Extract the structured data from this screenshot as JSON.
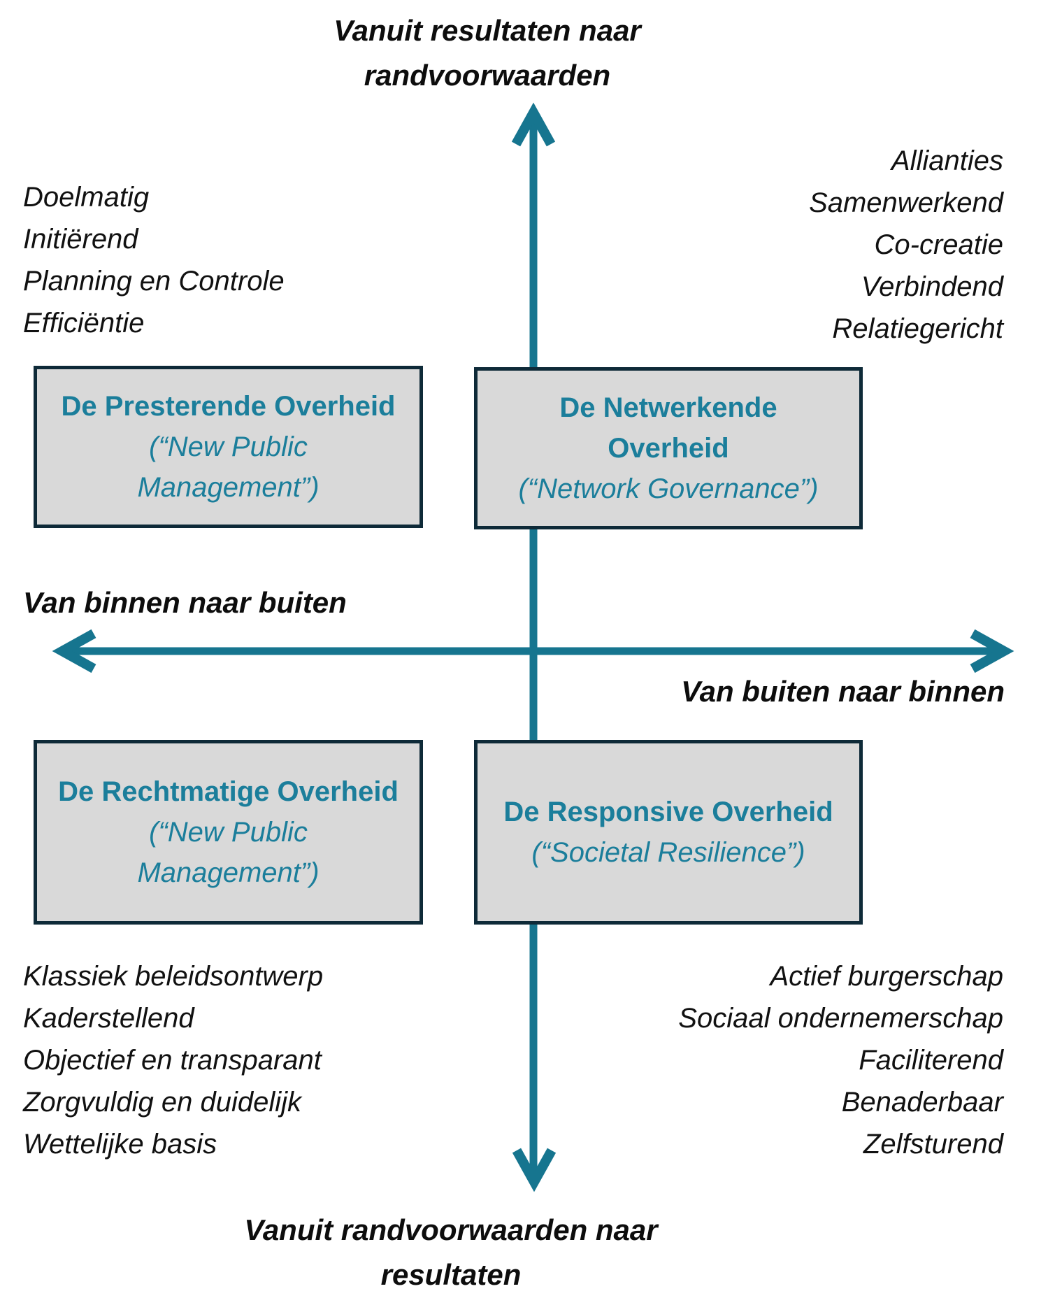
{
  "colors": {
    "axis_teal": "#16758f",
    "box_fill": "#d9d9d9",
    "box_border": "#0e2a38",
    "box_text_teal": "#1b7e9b",
    "text_black": "#111111",
    "background": "#ffffff"
  },
  "axes": {
    "vertical_top_label_lines": [
      "Vanuit resultaten naar",
      "randvoorwaarden"
    ],
    "vertical_bottom_label_lines": [
      "Vanuit randvoorwaarden naar",
      "resultaten"
    ],
    "horizontal_left_label": "Van binnen naar buiten",
    "horizontal_right_label": "Van buiten naar binnen"
  },
  "keyword_lists": {
    "top_left": {
      "items": [
        "Doelmatig",
        "Initiërend",
        "Planning en Controle",
        "Efficiëntie"
      ]
    },
    "top_right": {
      "items": [
        "Allianties",
        "Samenwerkend",
        "Co-creatie",
        "Verbindend",
        "Relatiegericht"
      ]
    },
    "bottom_left": {
      "items": [
        "Klassiek beleidsontwerp",
        "Kaderstellend",
        "Objectief en transparant",
        "Zorgvuldig en duidelijk",
        "Wettelijke basis"
      ]
    },
    "bottom_right": {
      "items": [
        "Actief burgerschap",
        "Sociaal ondernemerschap",
        "Faciliterend",
        "Benaderbaar",
        "Zelfsturend"
      ]
    }
  },
  "quadrant_boxes": {
    "top_left": {
      "title_lines": [
        "De Presterende Overheid"
      ],
      "subtitle_lines": [
        "(“New Public",
        "Management”)"
      ]
    },
    "top_right": {
      "title_lines": [
        "De Netwerkende",
        "Overheid"
      ],
      "subtitle_lines": [
        "(“Network Governance”)"
      ]
    },
    "bottom_left": {
      "title_lines": [
        "De Rechtmatige Overheid"
      ],
      "subtitle_lines": [
        "(“New Public",
        "Management”)"
      ]
    },
    "bottom_right": {
      "title_lines": [
        "De Responsive Overheid"
      ],
      "subtitle_lines": [
        "(“Societal Resilience”)"
      ]
    }
  }
}
